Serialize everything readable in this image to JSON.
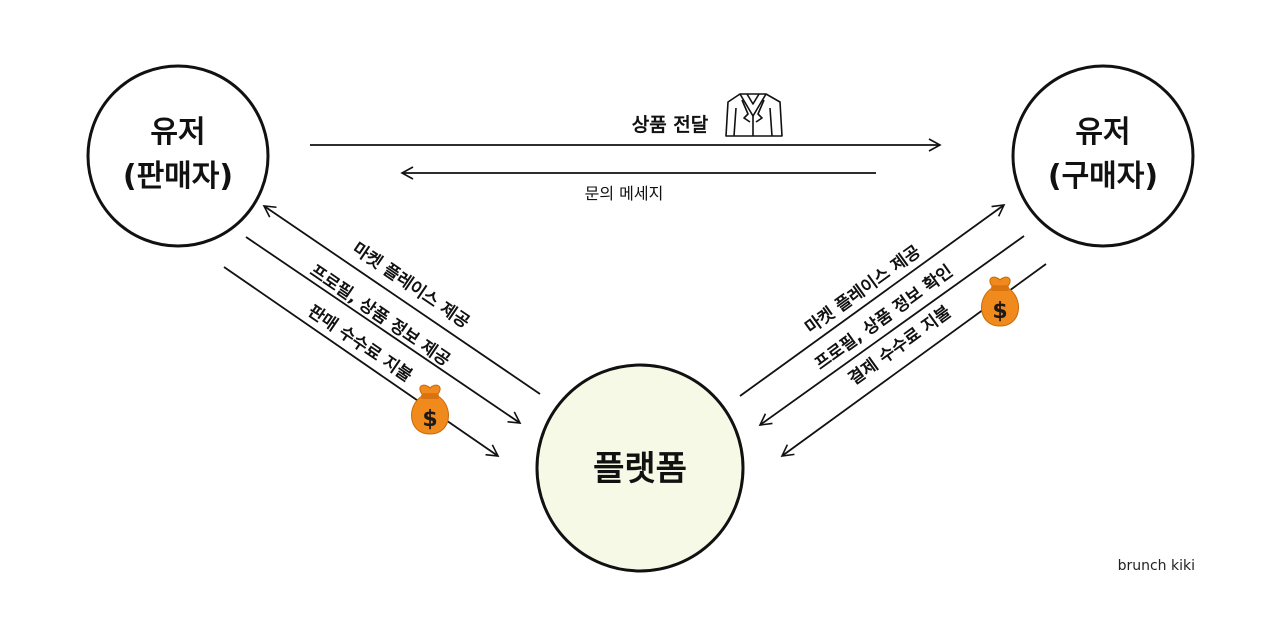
{
  "nodes": {
    "seller": {
      "line1": "유저",
      "line2": "(판매자)"
    },
    "buyer": {
      "line1": "유저",
      "line2": "(구매자)"
    },
    "platform": {
      "label": "플랫폼"
    }
  },
  "edges": {
    "product_delivery": "상품 전달",
    "inquiry_message": "문의 메세지",
    "left": {
      "marketplace": "마켓 플레이스 제공",
      "profile_info": "프로필, 상품 정보 제공",
      "fee": "판매 수수료 지불"
    },
    "right": {
      "marketplace": "마켓 플레이스 제공",
      "profile_info": "프로필, 상품 정보 확인",
      "fee": "결제 수수료 지불"
    }
  },
  "icons": {
    "suit": "suit-icon",
    "money_bag_left": "money-bag-icon",
    "money_bag_right": "money-bag-icon"
  },
  "colors": {
    "platform_fill": "#f6f9e6",
    "money_bag": "#f08a1c",
    "stroke": "#111111"
  },
  "credit": "brunch kiki"
}
